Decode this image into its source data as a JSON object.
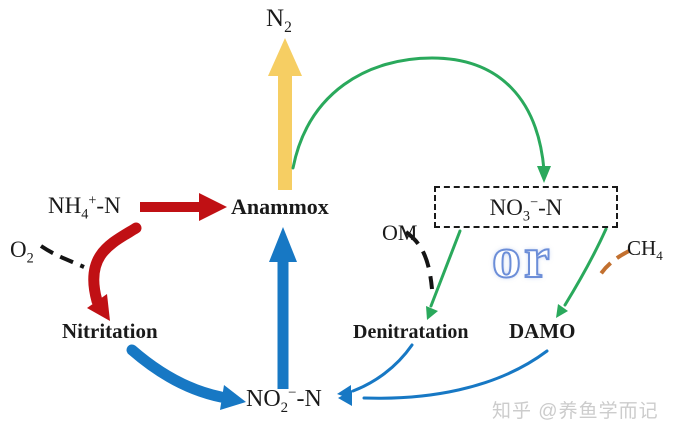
{
  "colors": {
    "red": "#c01014",
    "blue": "#1778c4",
    "green": "#2aa95c",
    "yellow": "#f6ce63",
    "orange": "#c2702f",
    "black": "#141414",
    "or-blue": "#6c8ed8",
    "watermark-gray": "#cccccc"
  },
  "nodes": {
    "n2": {
      "base": "N",
      "sub": "2"
    },
    "nh4": {
      "base": "NH",
      "sub": "4",
      "sup": "+",
      "post": "-N"
    },
    "o2": {
      "base": "O",
      "sub": "2"
    },
    "anammox": {
      "label": "Anammox"
    },
    "nitritation": {
      "label": "Nitritation"
    },
    "no2": {
      "base": "NO",
      "sub": "2",
      "sup": "−",
      "post": "-N"
    },
    "no3": {
      "base": "NO",
      "sub": "3",
      "sup": "−",
      "post": "-N"
    },
    "om": {
      "label": "OM"
    },
    "ch4": {
      "base": "CH",
      "sub": "4"
    },
    "denitratation": {
      "label": "Denitratation"
    },
    "damo": {
      "label": "DAMO"
    },
    "or_text": {
      "label": "or"
    }
  },
  "watermark": {
    "label": "知乎 @养鱼学而记"
  }
}
